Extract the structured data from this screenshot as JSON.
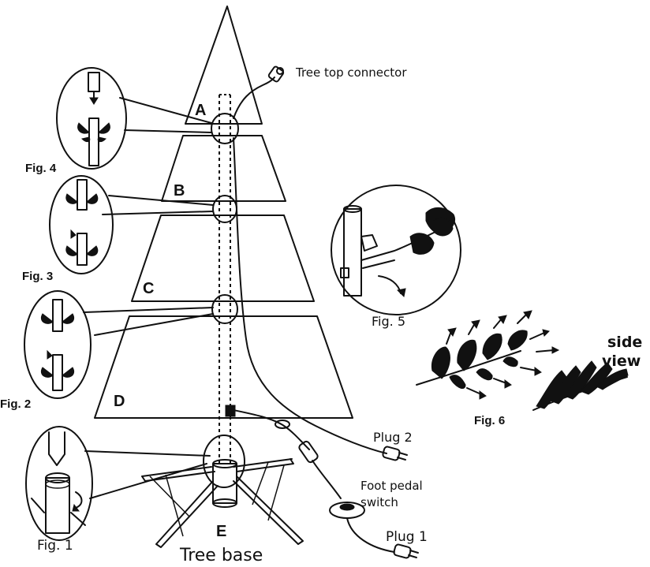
{
  "sections": {
    "a": "A",
    "b": "B",
    "c": "C",
    "d": "D",
    "e": "E"
  },
  "labels": {
    "tree_top_connector": "Tree top connector",
    "plug2": "Plug 2",
    "foot_pedal_line1": "Foot pedal",
    "foot_pedal_line2": "switch",
    "plug1": "Plug 1",
    "tree_base": "Tree base",
    "side_view_line1": "side",
    "side_view_line2": "view"
  },
  "figures": {
    "fig1": "Fig. 1",
    "fig2": "Fig. 2",
    "fig3": "Fig. 3",
    "fig4": "Fig. 4",
    "fig5": "Fig. 5",
    "fig6": "Fig. 6"
  }
}
